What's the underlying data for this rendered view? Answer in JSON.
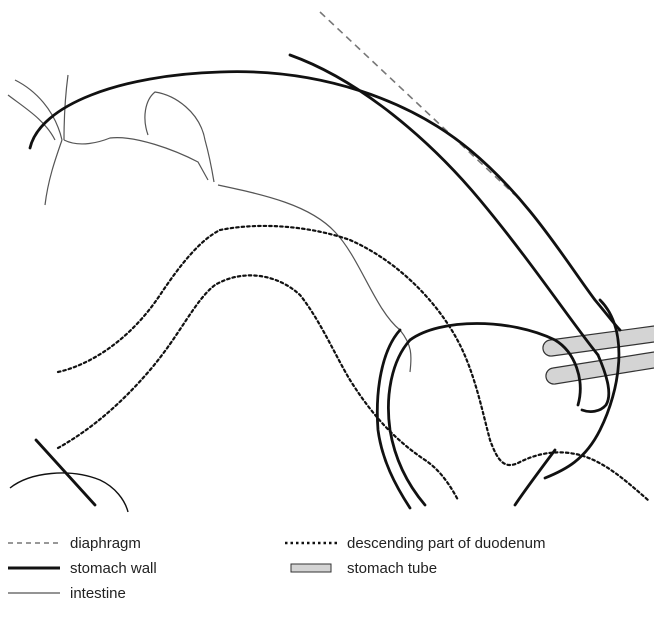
{
  "legend": {
    "diaphragm": "diaphragm",
    "stomach_wall": "stomach wall",
    "intestine": "intestine",
    "duodenum": "descending part of duodenum",
    "stomach_tube": "stomach tube"
  },
  "colors": {
    "line": "#111111",
    "diaphragm": "#777777",
    "intestine": "#555555",
    "tube_fill": "#d4d4d4"
  }
}
